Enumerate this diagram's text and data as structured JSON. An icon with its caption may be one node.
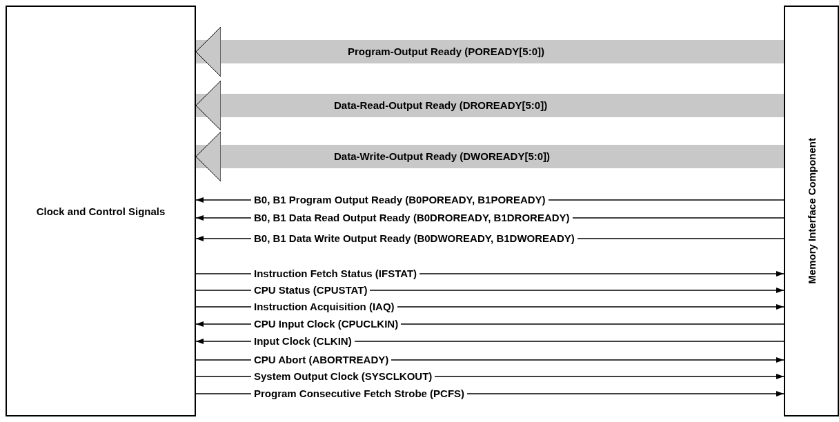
{
  "diagram": {
    "nodes": [
      {
        "text": [
          "Clock and Control Signals"
        ]
      },
      {
        "text": [
          "Memory Interface Component"
        ]
      }
    ],
    "edges": [
      {
        "from": 1,
        "to": 0,
        "arrow": "to",
        "label": "Program-Output Ready (POREADY[5:0])",
        "style": "thick",
        "color": "#c8c8c8"
      },
      {
        "from": 1,
        "to": 0,
        "arrow": "to",
        "label": "Data-Read-Output Ready (DROREADY[5:0])",
        "style": "thick",
        "color": "#c8c8c8"
      },
      {
        "from": 1,
        "to": 0,
        "arrow": "to",
        "label": "Data-Write-Output Ready (DWOREADY[5:0])",
        "style": "thick",
        "color": "#c8c8c8"
      },
      {
        "from": 1,
        "to": 0,
        "arrow": "to",
        "label": "B0, B1 Program Output Ready (B0POREADY, B1POREADY)"
      },
      {
        "from": 1,
        "to": 0,
        "arrow": "to",
        "label": "B0, B1 Data Read Output Ready (B0DROREADY, B1DROREADY)"
      },
      {
        "from": 1,
        "to": 0,
        "arrow": "to",
        "label": "B0, B1 Data Write Output Ready (B0DWOREADY, B1DWOREADY)"
      },
      {
        "from": 0,
        "to": 1,
        "arrow": "to",
        "label": "Instruction Fetch Status (IFSTAT)"
      },
      {
        "from": 0,
        "to": 1,
        "arrow": "to",
        "label": "CPU Status (CPUSTAT)"
      },
      {
        "from": 0,
        "to": 1,
        "arrow": "to",
        "label": "Instruction Acquisition (IAQ)"
      },
      {
        "from": 1,
        "to": 0,
        "arrow": "to",
        "label": "CPU Input Clock (CPUCLKIN)"
      },
      {
        "from": 1,
        "to": 0,
        "arrow": "to",
        "label": "Input Clock (CLKIN)"
      },
      {
        "from": 0,
        "to": 1,
        "arrow": "to",
        "label": "CPU Abort (ABORTREADY)"
      },
      {
        "from": 0,
        "to": 1,
        "arrow": "to",
        "label": "System Output Clock (SYSCLKOUT)"
      },
      {
        "from": 0,
        "to": 1,
        "arrow": "to",
        "label": "Program Consecutive Fetch Strobe (PCFS)"
      }
    ]
  }
}
